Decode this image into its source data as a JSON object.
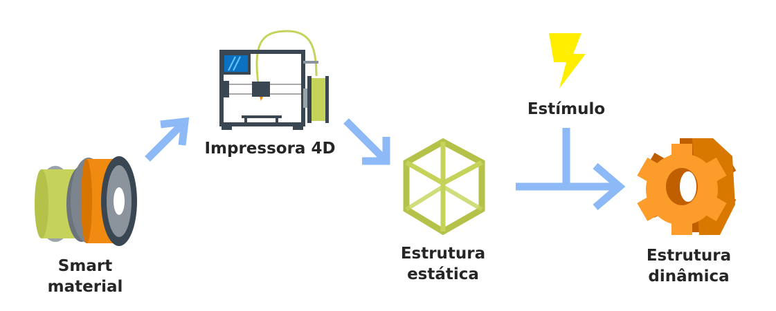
{
  "labels": {
    "smart_material_1": "Smart",
    "smart_material_2": "material",
    "printer": "Impressora 4D",
    "static_1": "Estrutura",
    "static_2": "estática",
    "stimulus": "Estímulo",
    "dynamic_1": "Estrutura",
    "dynamic_2": "dinâmica"
  },
  "colors": {
    "arrow": "#8db9f7",
    "filament_green": "#c5d35a",
    "filament_orange": "#f08a10",
    "printer_dark": "#3a4753",
    "gear_orange": "#fb9c2b",
    "gear_dark": "#bf5f00",
    "lightning": "#ffee00"
  }
}
